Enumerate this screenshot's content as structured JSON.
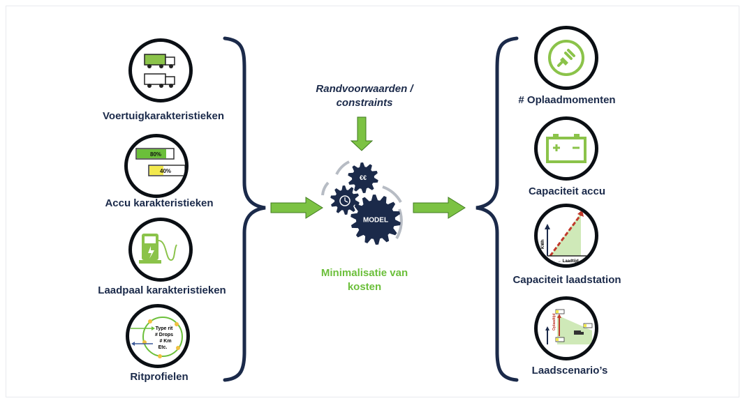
{
  "left_inputs": [
    {
      "label": "Voertuigkarakteristieken",
      "icon": "trucks-icon"
    },
    {
      "label": "Accu karakteristieken",
      "icon": "battery-levels-icon",
      "level_high": "80%",
      "level_low": "40%"
    },
    {
      "label": "Laadpaal karakteristieken",
      "icon": "charging-station-icon"
    },
    {
      "label": "Ritprofielen",
      "icon": "route-profile-icon",
      "inner_lines": [
        "Type rit",
        "# Drops",
        "# Km",
        "Etc."
      ]
    }
  ],
  "center": {
    "constraints_line1": "Randvoorwaarden /",
    "constraints_line2": "constraints",
    "gear_cost": "€€",
    "gear_model": "MODEL",
    "objective_line1": "Minimalisatie van",
    "objective_line2": "kosten"
  },
  "right_outputs": [
    {
      "label": "# Oplaadmomenten",
      "icon": "plug-icon"
    },
    {
      "label": "Capaciteit accu",
      "icon": "battery-icon"
    },
    {
      "label": "Capaciteit laadstation",
      "icon": "charge-curve-icon",
      "y_axis": "KWh",
      "x_axis": "Laadtijd"
    },
    {
      "label": "Laadscenario’s",
      "icon": "charge-scenario-icon",
      "y_axis": "Oplaadtijd"
    }
  ],
  "colors": {
    "navy": "#1b2a4a",
    "green": "#6bbf3a",
    "light_green": "#a6d67a",
    "gear": "#1b2a4a",
    "red": "#c0392b"
  }
}
